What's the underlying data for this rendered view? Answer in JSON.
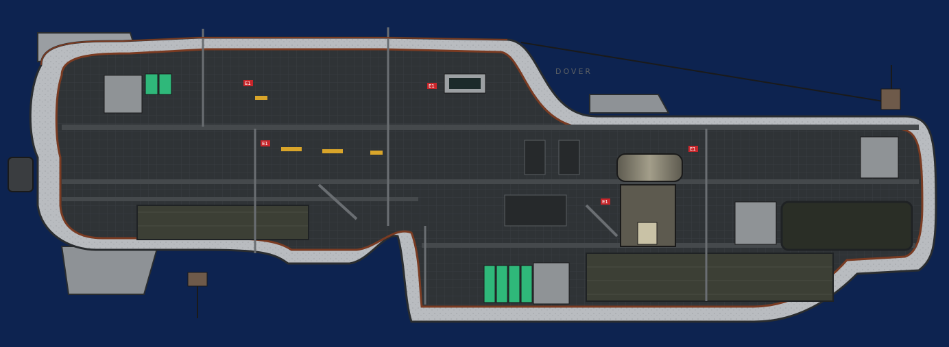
{
  "scene": {
    "kind": "submarine cross-section",
    "hull_label": "DOVER",
    "colors": {
      "background": "#0d2350",
      "hull_light": "#b9bcc0",
      "hull_mid": "#8e9296",
      "hull_dark": "#5c6064",
      "hull_outline": "#2a2d30",
      "rust_trim": "#7a3b22",
      "interior": "#2f3336",
      "interior_dark": "#1f2224",
      "floor": "#45494c",
      "catwalk": "#6a6e72",
      "pipe": "#8a8f93",
      "green_panel": "#2fb87a",
      "red_sign": "#c8262b",
      "yellow_hazard": "#d9a52a",
      "reactor": "#7b7667",
      "ballast_tank": "#3c3f35"
    }
  },
  "rooms": [
    {
      "id": "command-bridge",
      "label": ""
    },
    {
      "id": "crew-quarters",
      "label": ""
    },
    {
      "id": "engineering",
      "label": ""
    },
    {
      "id": "reactor-room",
      "label": ""
    },
    {
      "id": "medbay",
      "label": ""
    },
    {
      "id": "ballast-upper",
      "label": ""
    },
    {
      "id": "ballast-lower",
      "label": ""
    },
    {
      "id": "cargo-bay",
      "label": ""
    }
  ],
  "signs": {
    "sign_a": "E1",
    "sign_b": "E1",
    "sign_c": "E1",
    "sign_d": "E1",
    "sign_e": "E1"
  }
}
